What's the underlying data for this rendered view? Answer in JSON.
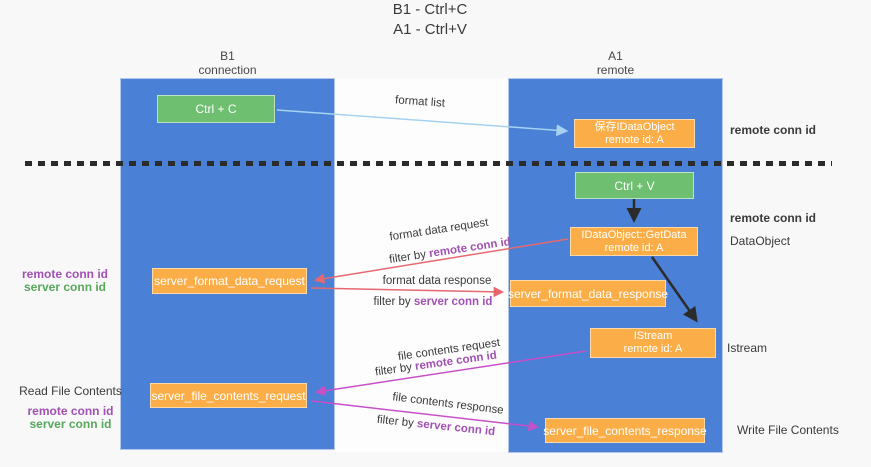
{
  "title": {
    "line1": "B1 - Ctrl+C",
    "line2": "A1 - Ctrl+V"
  },
  "columns": {
    "left": {
      "name": "B1",
      "role": "connection"
    },
    "right": {
      "name": "A1",
      "role": "remote"
    }
  },
  "nodes": {
    "ctrl_c": "Ctrl + C",
    "ctrl_v": "Ctrl + V",
    "save_dataobject": {
      "line1": "保存IDataObject",
      "line2": "remote id: A"
    },
    "getdata": {
      "line1": "IDataObject::GetData",
      "line2": "remote id: A"
    },
    "istream": {
      "line1": "IStream",
      "line2": "remote id: A"
    },
    "server_format_data_request": "server_format_data_request",
    "server_format_data_response": "server_format_data_response",
    "server_file_contents_request": "server_file_contents_request",
    "server_file_contents_response": "server_file_contents_response"
  },
  "arrow_labels": {
    "format_list": "format list",
    "format_data_request": "format data request",
    "format_data_response": "format data response",
    "file_contents_request": "file contents request",
    "file_contents_response": "file contents response",
    "filter_by": "filter by ",
    "remote_conn_id": "remote conn id",
    "server_conn_id": "server conn id"
  },
  "side_labels": {
    "remote_conn_id": "remote conn id",
    "server_conn_id": "server conn id",
    "dataobject": "DataObject",
    "istream": "Istream",
    "read_file_contents": "Read File Contents",
    "write_file_contents": "Write File Contents"
  },
  "colors": {
    "column-blue": "#4a81d6",
    "box-green": "#6fbf71",
    "box-orange": "#fbae47",
    "arrow-red": "#e5696e",
    "arrow-magenta": "#c750c8",
    "arrow-lightblue": "#a6d2f0",
    "arrow-black": "#2b2b2b",
    "text-purple": "#a251b3",
    "text-green": "#57a85b",
    "text-dark": "#3a3a3a",
    "background": "#f8f8f8"
  }
}
